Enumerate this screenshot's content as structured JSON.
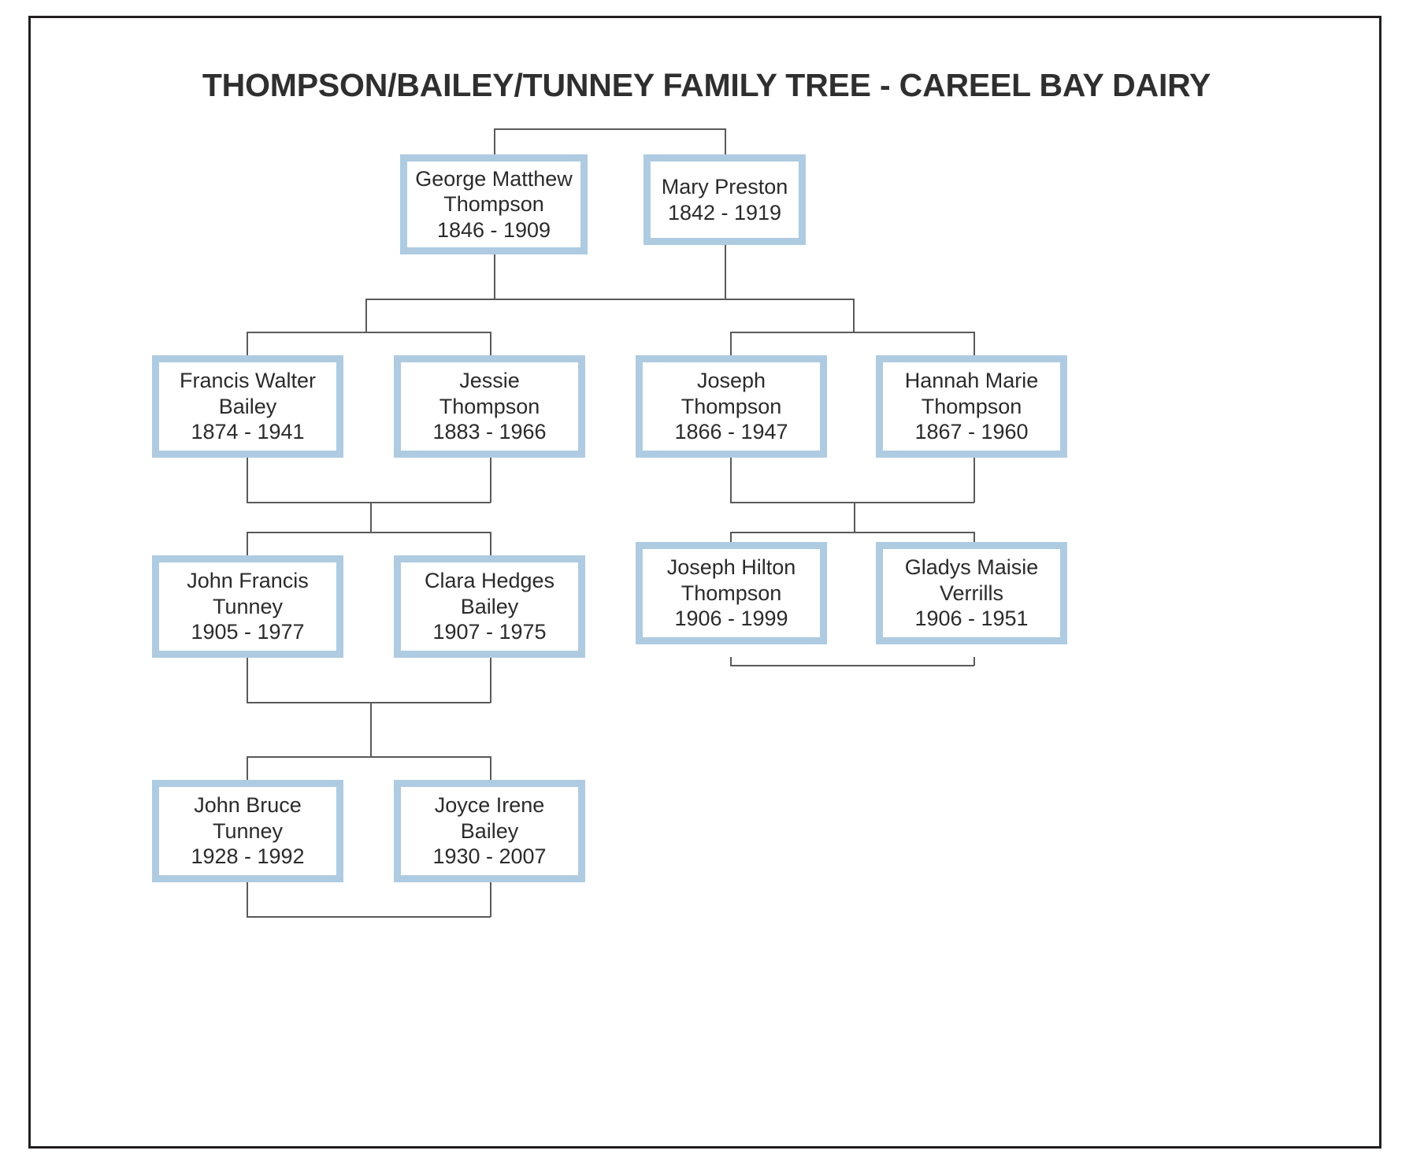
{
  "page": {
    "title": "THOMPSON/BAILEY/TUNNEY FAMILY TREE - CAREEL BAY DAIRY",
    "background_color": "#ffffff",
    "frame_color": "#231f20",
    "node_border_color": "#aecbe2",
    "node_fill_color": "#ffffff",
    "connector_color": "#5a5a5a",
    "text_color": "#2b2b2b"
  },
  "nodes": {
    "george_matthew_thompson": {
      "name_line_1": "George Matthew",
      "name_line_2": "Thompson",
      "dates": "1846 - 1909"
    },
    "mary_preston": {
      "name_line_1": "Mary Preston",
      "name_line_2": "",
      "dates": "1842 - 1919"
    },
    "francis_walter_bailey": {
      "name_line_1": "Francis Walter",
      "name_line_2": "Bailey",
      "dates": "1874 - 1941"
    },
    "jessie_thompson": {
      "name_line_1": "Jessie",
      "name_line_2": "Thompson",
      "dates": "1883 - 1966"
    },
    "joseph_thompson": {
      "name_line_1": "Joseph",
      "name_line_2": "Thompson",
      "dates": "1866 - 1947"
    },
    "hannah_marie_thompson": {
      "name_line_1": "Hannah Marie",
      "name_line_2": "Thompson",
      "dates": "1867 - 1960"
    },
    "john_francis_tunney": {
      "name_line_1": "John Francis",
      "name_line_2": "Tunney",
      "dates": "1905 - 1977"
    },
    "clara_hedges_bailey": {
      "name_line_1": "Clara Hedges",
      "name_line_2": "Bailey",
      "dates": "1907 - 1975"
    },
    "joseph_hilton_thompson": {
      "name_line_1": "Joseph Hilton",
      "name_line_2": "Thompson",
      "dates": "1906 - 1999"
    },
    "gladys_maisie_verrills": {
      "name_line_1": "Gladys Maisie",
      "name_line_2": "Verrills",
      "dates": "1906 - 1951"
    },
    "john_bruce_tunney": {
      "name_line_1": "John Bruce",
      "name_line_2": "Tunney",
      "dates": "1928 - 1992"
    },
    "joyce_irene_bailey": {
      "name_line_1": "Joyce Irene",
      "name_line_2": "Bailey",
      "dates": "1930 - 2007"
    }
  }
}
